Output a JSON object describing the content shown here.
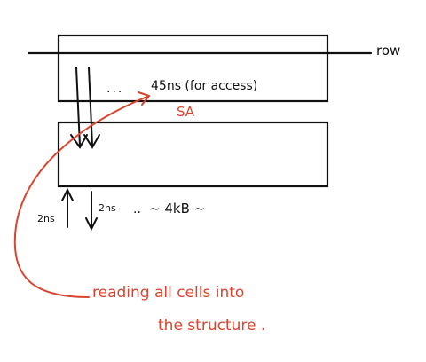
{
  "labels": {
    "row": "row",
    "dots": "...",
    "access_time": "45ns (for access)",
    "sa": "SA",
    "t_left": "2ns",
    "t_right": "2ns",
    "dots2": "..",
    "size": "~ 4kB ~",
    "note_line1": "reading all cells into",
    "note_line2": "the structure ."
  },
  "colors": {
    "ink": "#111111",
    "annotation": "#d9452e"
  }
}
